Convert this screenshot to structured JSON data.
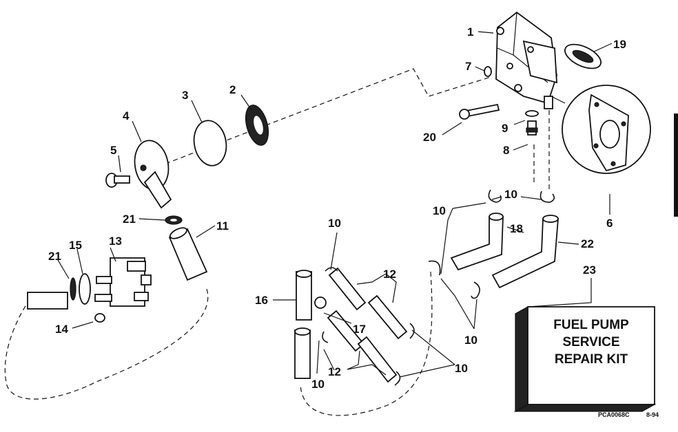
{
  "callouts": {
    "n1": "1",
    "n2": "2",
    "n3": "3",
    "n4": "4",
    "n5": "5",
    "n6": "6",
    "n7": "7",
    "n8": "8",
    "n9": "9",
    "n10": "10",
    "n11": "11",
    "n12": "12",
    "n13": "13",
    "n14": "14",
    "n15": "15",
    "n16": "16",
    "n17": "17",
    "n18": "18",
    "n19": "19",
    "n20": "20",
    "n21": "21",
    "n22": "22",
    "n23": "23"
  },
  "kit_box": {
    "line1": "FUEL PUMP",
    "line2": "SERVICE",
    "line3": "REPAIR KIT"
  },
  "footer": {
    "code": "PCA0068C",
    "date": "8-94"
  }
}
